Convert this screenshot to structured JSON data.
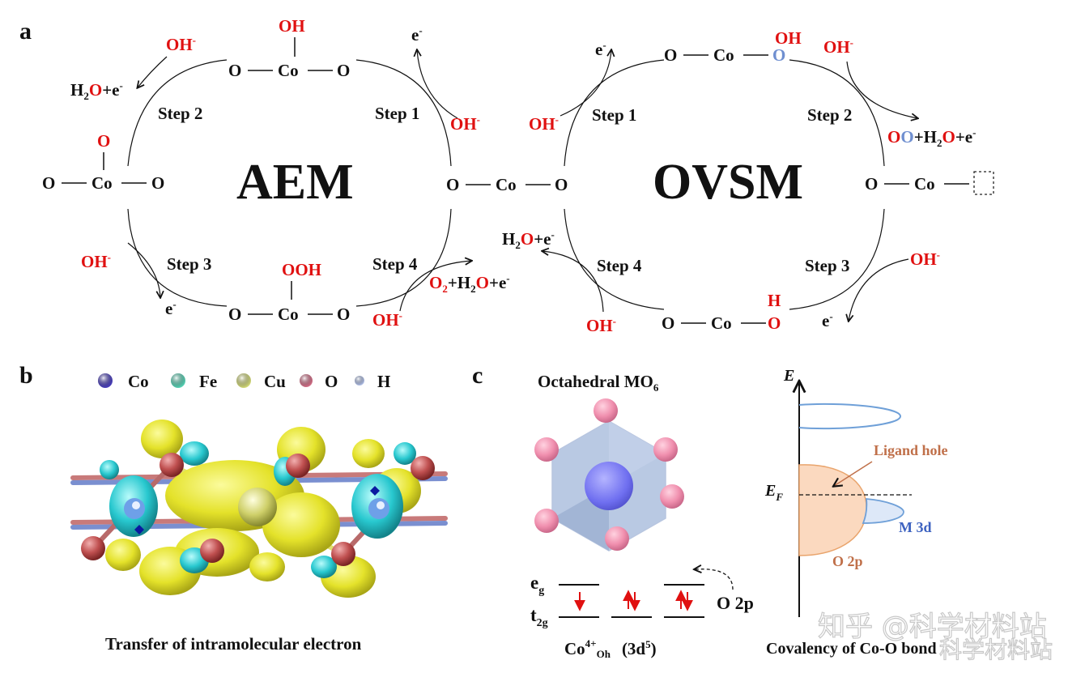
{
  "panels": {
    "a": "a",
    "b": "b",
    "c": "c"
  },
  "colors": {
    "oxygen_red": "#e01010",
    "vacancy_blue": "#6f8fd0",
    "text": "#111111",
    "ligand_hole": "#c0704a",
    "m3d": "#3d62c0"
  },
  "aem": {
    "title": "AEM",
    "steps": [
      "Step 1",
      "Step 2",
      "Step 3",
      "Step 4"
    ],
    "atoms": {
      "o": "O",
      "co": "Co",
      "oh": "OH",
      "ooh": "OOH"
    },
    "species": {
      "oh_minus": "OH",
      "minus": "-",
      "electron": "e",
      "h2o_e": {
        "h": "H",
        "sub2": "2",
        "o": "O",
        "e": "+e"
      },
      "o2_h2o_e": {
        "o": "O",
        "sub2": "2",
        "plus_h": "+H",
        "e": "+e"
      }
    }
  },
  "ovsm": {
    "title": "OVSM",
    "steps": [
      "Step 1",
      "Step 2",
      "Step 3",
      "Step 4"
    ],
    "atoms": {
      "o": "O",
      "co": "Co",
      "oh": "OH",
      "h": "H"
    },
    "species": {
      "oo": {
        "o1": "O",
        "o2": "O",
        "plus_h": "+H",
        "sub2": "2",
        "o": "O",
        "e": "+e"
      }
    }
  },
  "panel_b": {
    "legend": [
      {
        "name": "Co",
        "color": "#4a3fbf"
      },
      {
        "name": "Fe",
        "color": "#58d6b8"
      },
      {
        "name": "Cu",
        "color": "#d7de7a"
      },
      {
        "name": "O",
        "color": "#d8708a"
      },
      {
        "name": "H",
        "color": "#b4c3ec"
      }
    ],
    "caption": "Transfer of intramolecular electron"
  },
  "panel_c": {
    "title": "Octahedral MO",
    "title_sub": "6",
    "eg": {
      "main": "e",
      "sub": "g"
    },
    "t2g": {
      "main": "t",
      "sub": "2g"
    },
    "o2p_label": "O 2p",
    "co_label": {
      "main": "Co",
      "sup": "4+",
      "sub": "Oh",
      "config": "(3d",
      "config_sup": "5",
      "close": ")"
    },
    "energy_axis": "E",
    "fermi": {
      "main": "E",
      "sub": "F"
    },
    "ligand_hole": "Ligand hole",
    "m3d": "M 3d",
    "o2p_band": "O 2p",
    "caption": "Covalency of Co-O bond"
  },
  "watermark": {
    "line1": "知乎 @科学材料站",
    "line2": "科学材料站"
  }
}
